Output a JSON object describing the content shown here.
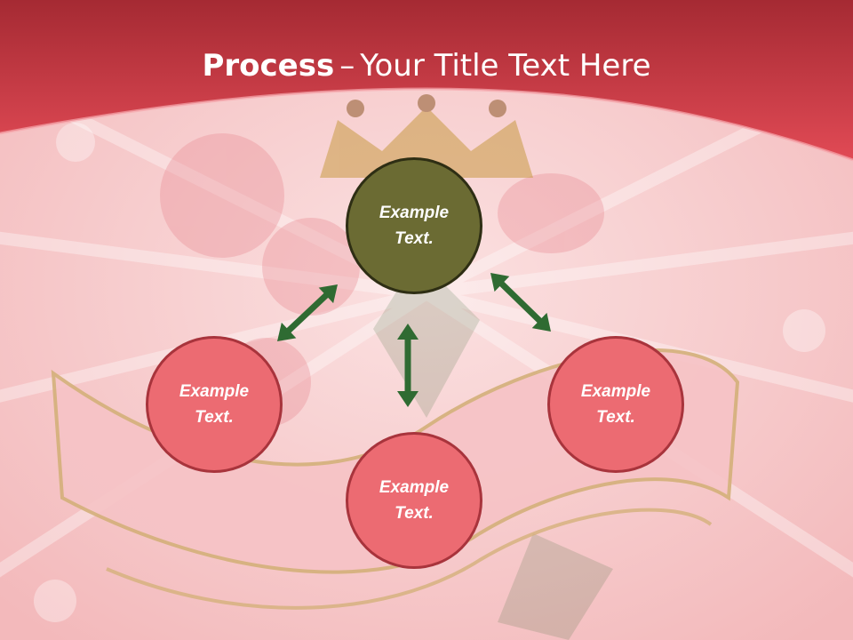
{
  "title": {
    "bold": "Process",
    "separator": "–",
    "rest": "Your Title Text Here"
  },
  "nodes": [
    {
      "id": "top",
      "text": "Example Text.",
      "fill": "#6b6b33"
    },
    {
      "id": "left",
      "text": "Example Text.",
      "fill": "#ec6b72"
    },
    {
      "id": "right",
      "text": "Example Text.",
      "fill": "#ec6b72"
    },
    {
      "id": "bottom",
      "text": "Example Text.",
      "fill": "#ec6b72"
    }
  ],
  "colors": {
    "header": "#d9424e",
    "arrow": "#2f6b32",
    "background": "#f6c9c9"
  },
  "arrows": [
    {
      "from": "top",
      "to": "left",
      "style": "double-headed"
    },
    {
      "from": "top",
      "to": "right",
      "style": "double-headed"
    },
    {
      "from": "top",
      "to": "bottom",
      "style": "double-headed"
    }
  ]
}
